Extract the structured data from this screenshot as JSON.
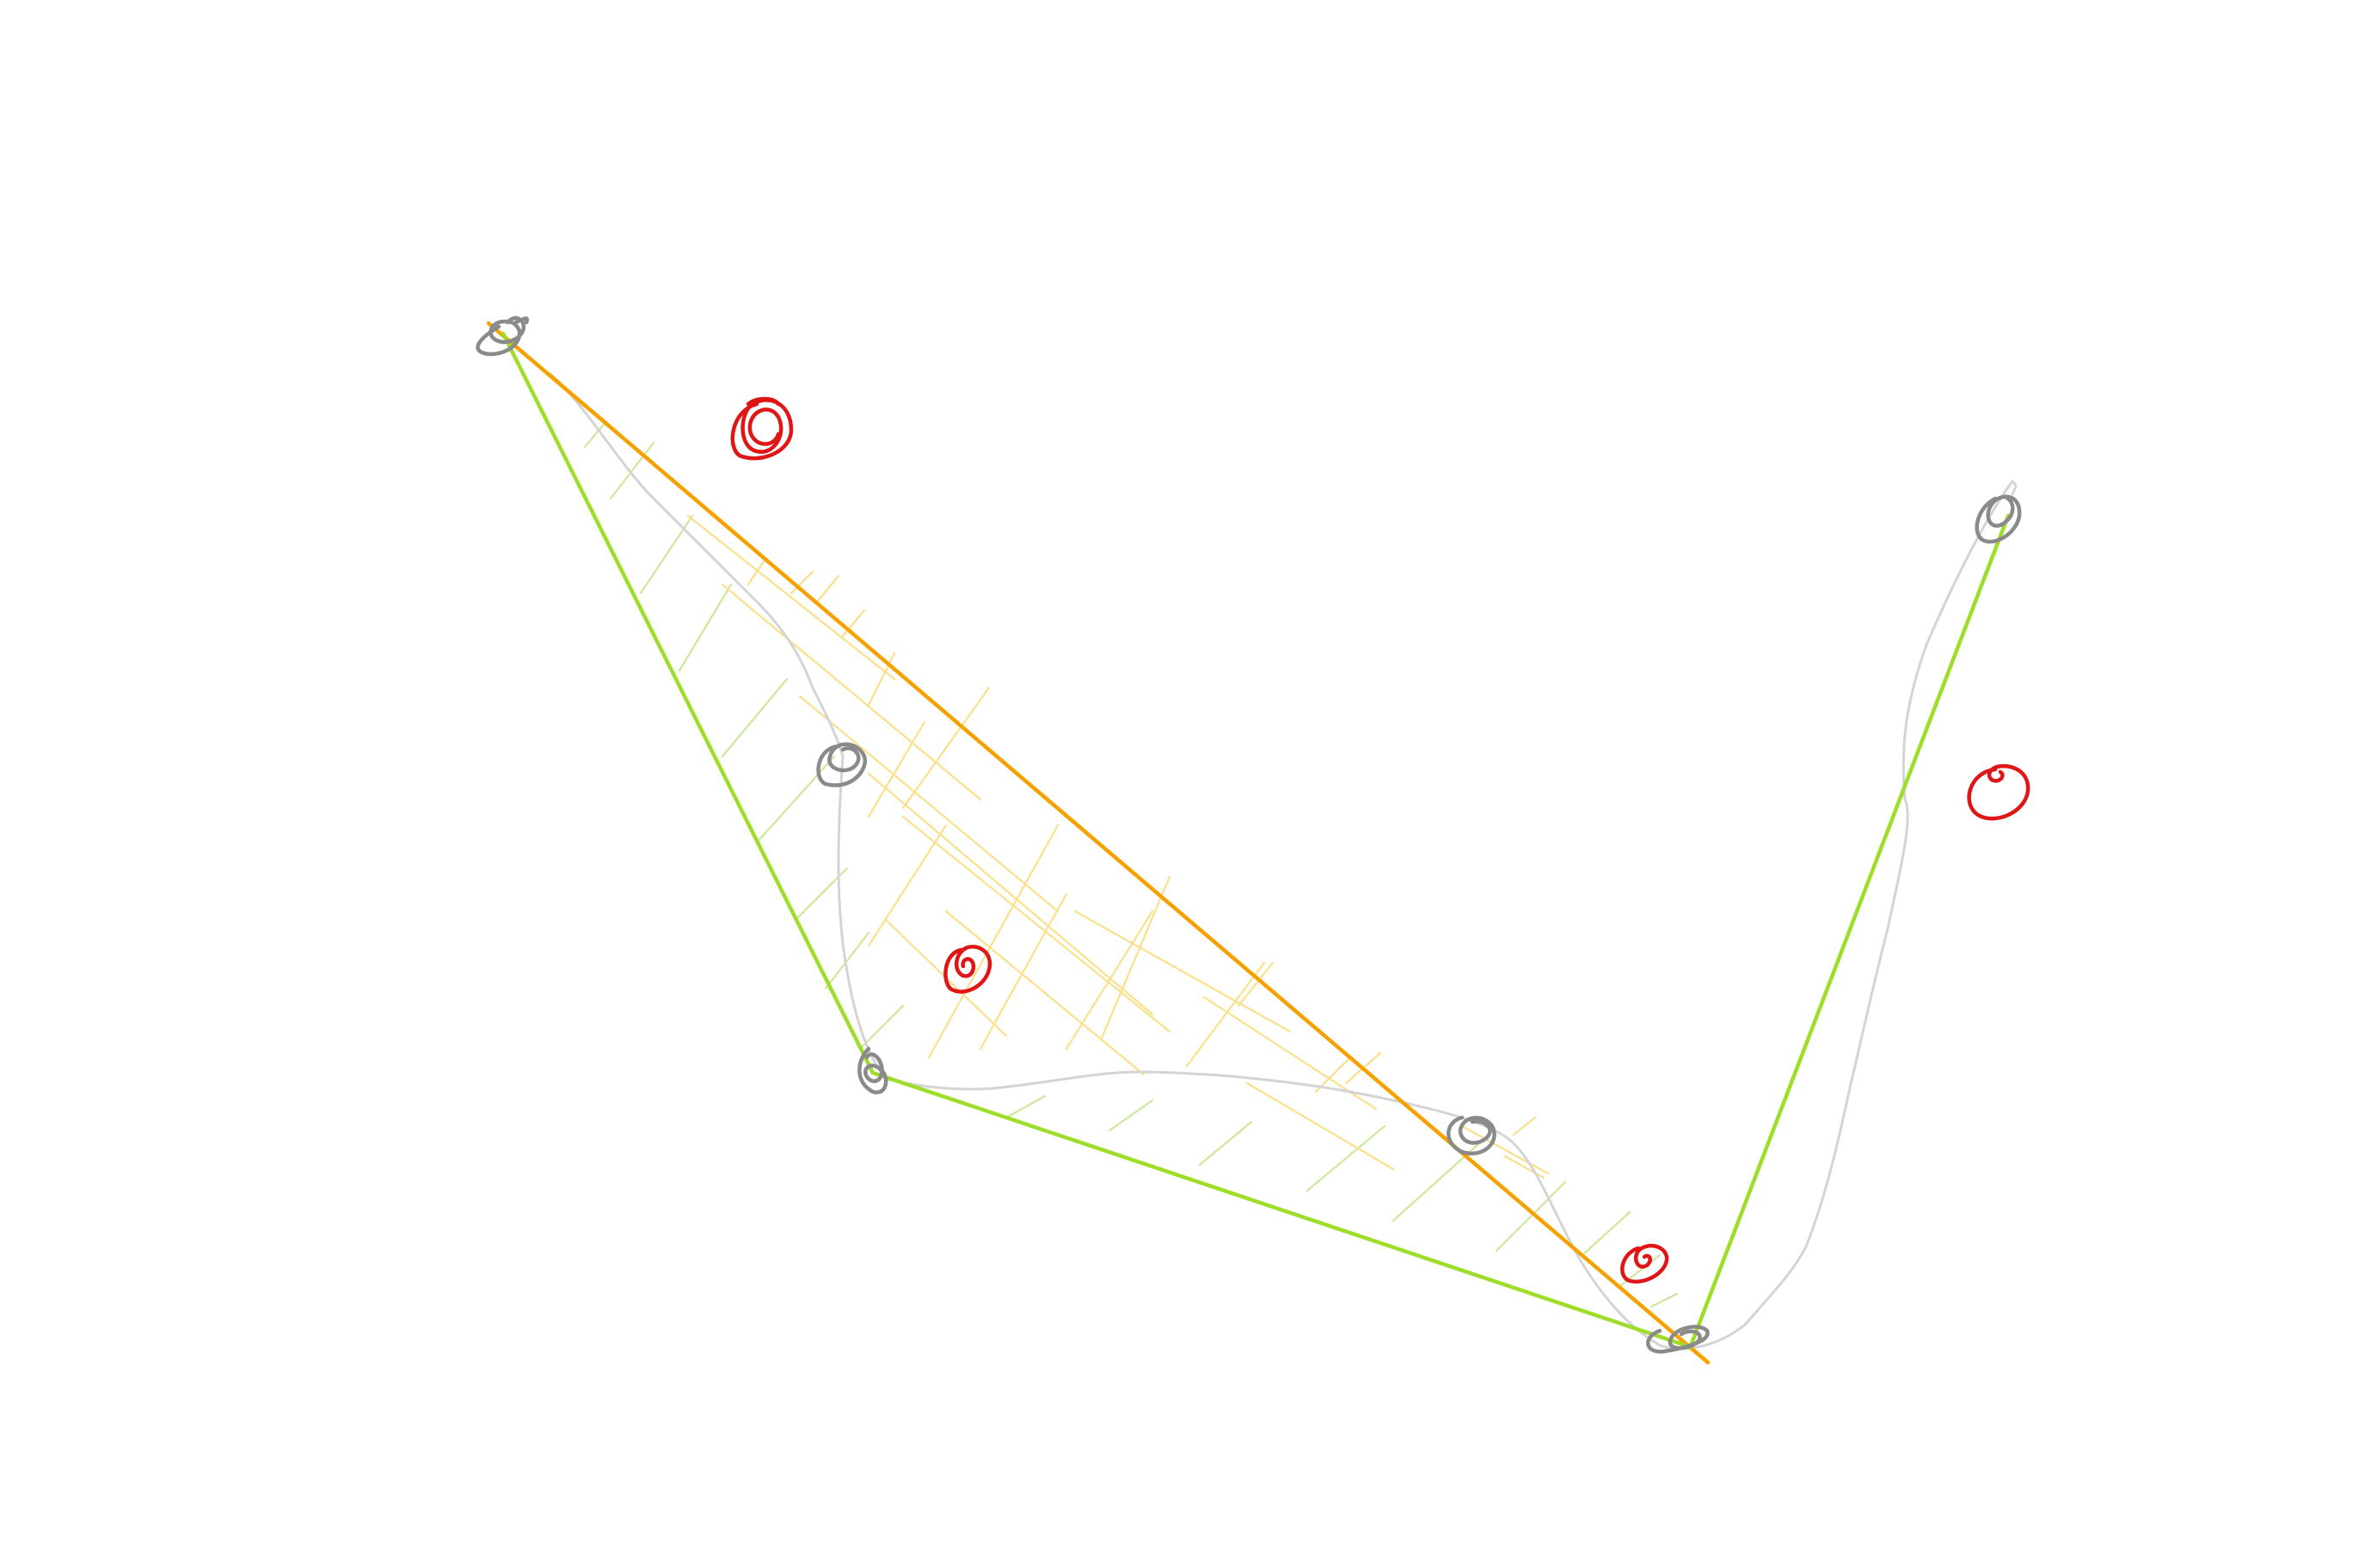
{
  "sketch": {
    "background": "#ffffff",
    "colors": {
      "guide_curve": "#d4d4d4",
      "green_line": "#9ede2a",
      "orange_line": "#f5a100",
      "green_hatch": "#cde89a",
      "yellow_hatch": "#fbe08a",
      "gray_node": "#8a8a8a",
      "red_mark": "#e01515"
    },
    "elements": [
      {
        "kind": "gray-scribble-node",
        "count": 6
      },
      {
        "kind": "red-scribble-mark",
        "count": 4
      },
      {
        "kind": "green-line",
        "count": 3
      },
      {
        "kind": "orange-line",
        "count": 1
      },
      {
        "kind": "gray-guide-curve",
        "count": 1
      },
      {
        "kind": "hatched-region",
        "count": 2
      }
    ]
  }
}
